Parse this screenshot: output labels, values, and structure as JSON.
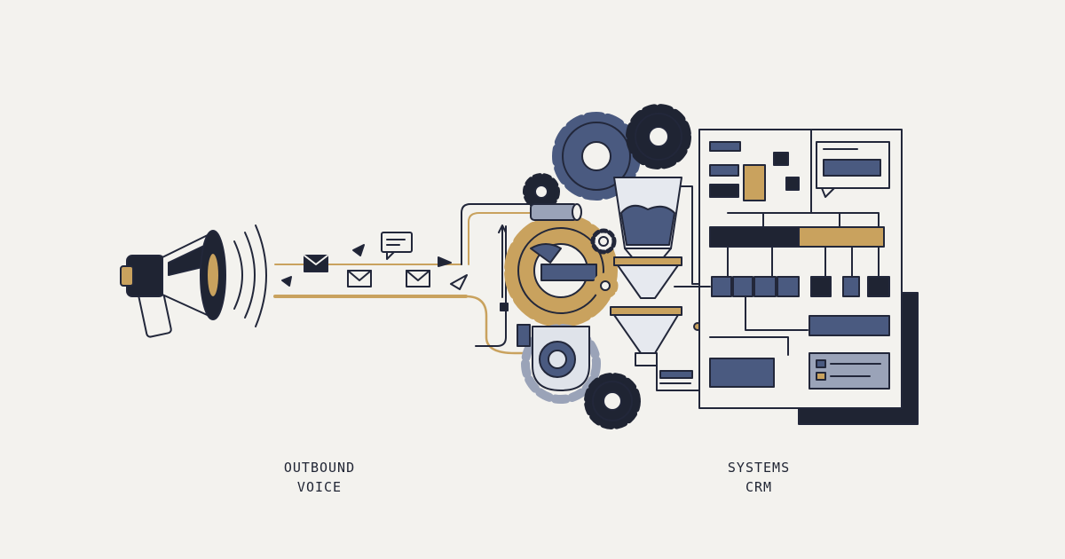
{
  "captions": {
    "left_line1": "OUTBOUND",
    "left_line2": "VOICE",
    "right_line1": "SYSTEMS",
    "right_line2": "CRM"
  },
  "colors": {
    "background": "#f3f2ee",
    "navy": "#1f2433",
    "slate_blue": "#4a5a80",
    "light_slate": "#9aa3b8",
    "gold": "#c9a25e",
    "ink": "#22273a"
  },
  "icons": [
    "megaphone-icon",
    "envelope-icon",
    "paper-plane-icon",
    "chat-bubble-icon",
    "gear-icon",
    "funnel-icon",
    "dashboard-panel-icon"
  ]
}
